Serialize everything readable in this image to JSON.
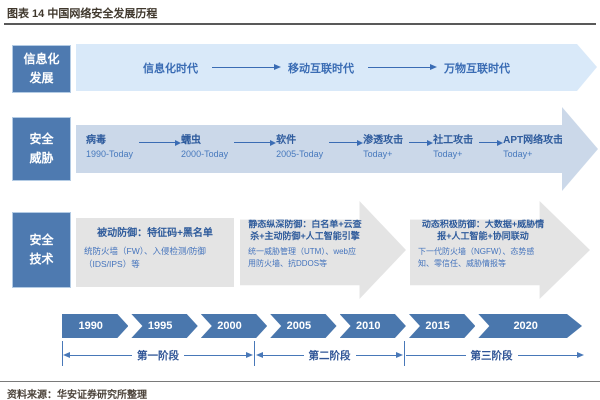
{
  "title": "图表 14 中国网络安全发展历程",
  "source": "资料来源：华安证券研究所整理",
  "rows": {
    "info": {
      "label_top": "信息化",
      "label_bottom": "发展",
      "stages": [
        "信息化时代",
        "移动互联时代",
        "万物互联时代"
      ]
    },
    "threats": {
      "label_top": "安全",
      "label_bottom": "威胁",
      "items": [
        {
          "name": "病毒",
          "period": "1990-Today"
        },
        {
          "name": "蠕虫",
          "period": "2000-Today"
        },
        {
          "name": "软件",
          "period": "2005-Today"
        },
        {
          "name": "渗透攻击",
          "period": "Today+"
        },
        {
          "name": "社工攻击",
          "period": "Today+"
        },
        {
          "name": "APT网络攻击",
          "period": "Today+"
        }
      ]
    },
    "tech": {
      "label_top": "安全",
      "label_bottom": "技术",
      "boxes": [
        {
          "title": "被动防御：特征码+黑名单",
          "body": "统防火墙（FW）、入侵检测/防御（IDS/IPS）等"
        },
        {
          "title": "静态纵深防御：白名单+云查杀+主动防御+人工智能引擎",
          "body": "统一威胁管理（UTM）、web应用防火墙、抗DDOS等"
        },
        {
          "title": "动态积极防御：大数据+威胁情报+人工智能+协同联动",
          "body": "下一代防火墙（NGFW）、态势感知、零信任、威胁情报等"
        }
      ]
    }
  },
  "timeline": {
    "years": [
      "1990",
      "1995",
      "2000",
      "2005",
      "2010",
      "2015",
      "2020"
    ]
  },
  "phases": [
    "第一阶段",
    "第二阶段",
    "第三阶段"
  ],
  "colors": {
    "label_box_blue": "#4e7ab0",
    "band1_light_blue": "#d9e9f9",
    "band2_gray_blue": "#cbd8e9",
    "tech_box_gray": "#e4e4e4",
    "chevron_blue": "#4a77ad",
    "text_dark_blue": "#2f5496",
    "text_blue": "#4574bd",
    "title_text": "#3f372c"
  }
}
